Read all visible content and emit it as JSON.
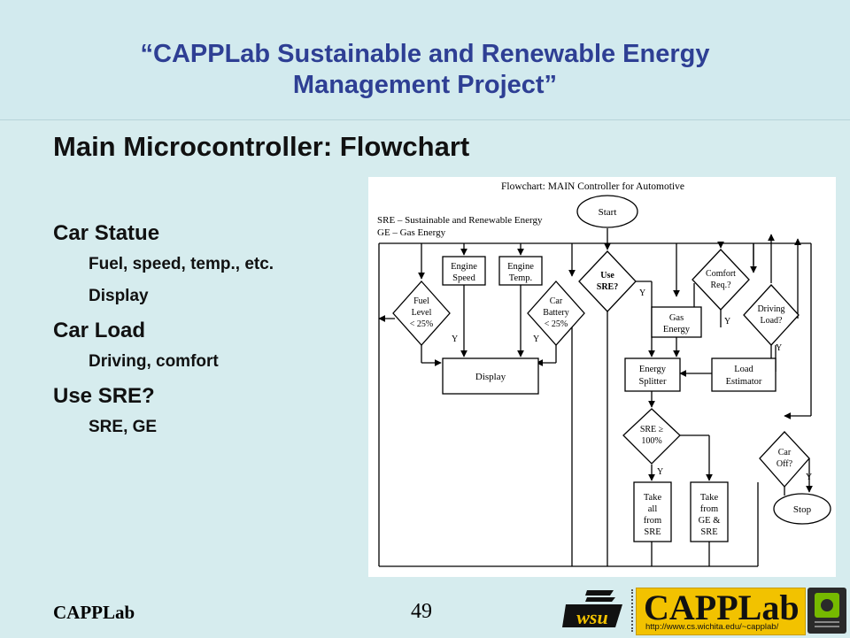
{
  "title": {
    "line1": "“CAPPLab Sustainable and Renewable Energy",
    "line2": "Management Project”"
  },
  "heading": "Main Microcontroller: Flowchart",
  "bullets": [
    {
      "label": "Car Statue",
      "sub": [
        "Fuel, speed, temp., etc.",
        "Display"
      ]
    },
    {
      "label": "Car Load",
      "sub": [
        "Driving, comfort"
      ]
    },
    {
      "label": "Use SRE?",
      "sub": [
        "SRE, GE"
      ]
    }
  ],
  "flowchart": {
    "title": "Flowchart: MAIN Controller for Automotive",
    "legend1": "SRE – Sustainable and Renewable Energy",
    "legend2": "GE – Gas Energy",
    "start": "Start",
    "engine_speed": [
      "Engine",
      "Speed"
    ],
    "engine_temp": [
      "Engine",
      "Temp."
    ],
    "use_sre": [
      "Use",
      "SRE?"
    ],
    "comfort_req": [
      "Comfort",
      "Req.?"
    ],
    "fuel_level": [
      "Fuel",
      "Level",
      "< 25%"
    ],
    "car_battery": [
      "Car",
      "Battery",
      "< 25%"
    ],
    "gas_energy": [
      "Gas",
      "Energy"
    ],
    "driving_load": [
      "Driving",
      "Load?"
    ],
    "display": "Display",
    "energy_splitter": [
      "Energy",
      "Splitter"
    ],
    "load_estimator": [
      "Load",
      "Estimator"
    ],
    "sre_check": [
      "SRE ≥",
      "100%"
    ],
    "car_off": [
      "Car",
      "Off?"
    ],
    "take_sre": [
      "Take",
      "all",
      "from",
      "SRE"
    ],
    "take_ge": [
      "Take",
      "from",
      "GE &",
      "SRE"
    ],
    "stop": "Stop",
    "yes": "Y"
  },
  "footer": {
    "left": "CAPPLab",
    "page_number": "49",
    "logo_text": "CAPPLab",
    "logo_url": "http://www.cs.wichita.edu/~capplab/",
    "wsu_logo": "wsu"
  },
  "colors": {
    "title": "#2e3f94",
    "background": "#d6ecee",
    "logo_yellow": "#f2c200"
  }
}
